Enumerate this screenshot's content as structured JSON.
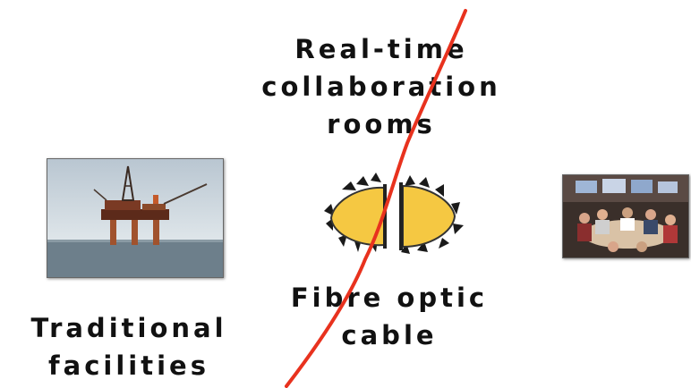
{
  "labels": {
    "top": "Real-time collaboration rooms",
    "cable": "Fibre optic cable",
    "traditional": "Traditional facilities"
  },
  "images": {
    "platform": "offshore-platform-photo",
    "room": "collaboration-room-photo"
  },
  "colors": {
    "slash": "#e8321e",
    "gear_fill": "#f5c842",
    "gear_teeth": "#1a1a1a"
  }
}
